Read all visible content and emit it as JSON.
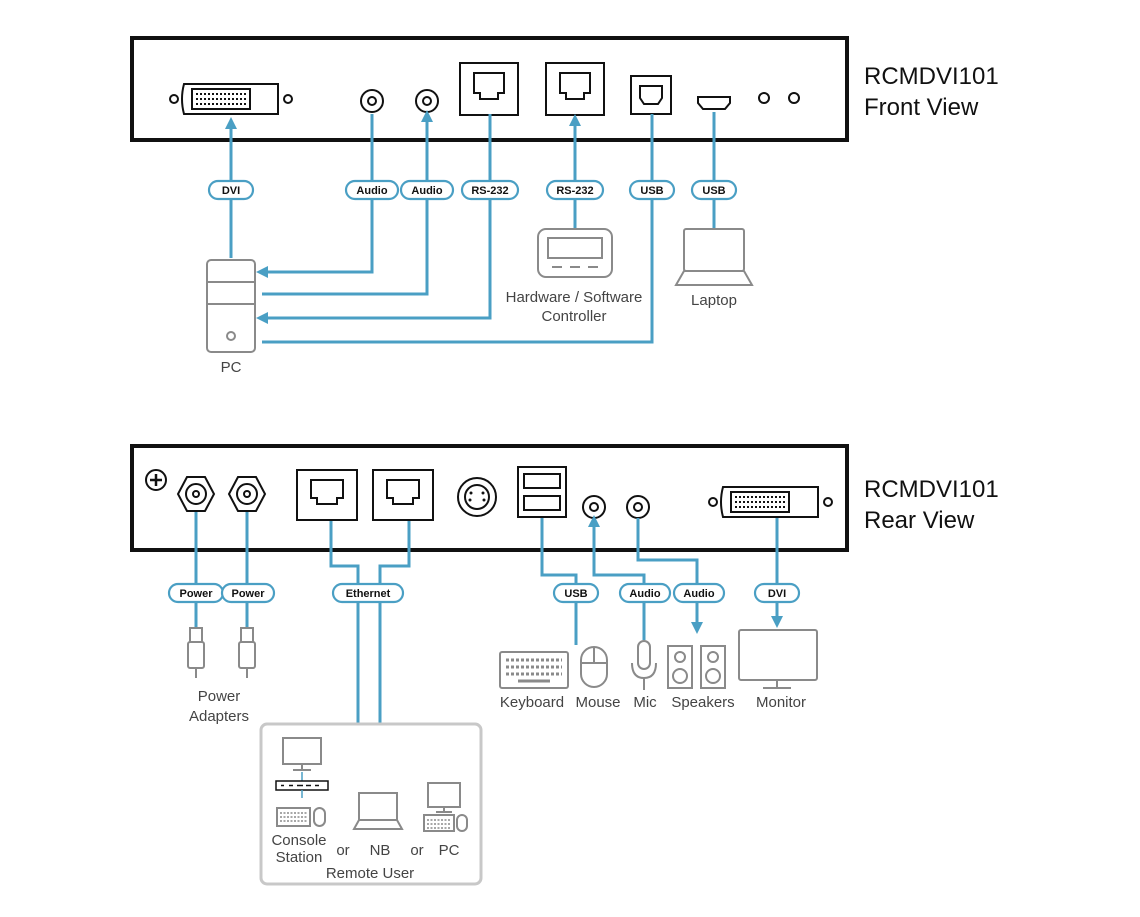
{
  "front": {
    "model": "RCMDVI101",
    "view": "Front View",
    "cables": {
      "dvi": "DVI",
      "audio_in": "Audio",
      "audio_out": "Audio",
      "rs232_pc": "RS-232",
      "rs232_ctrl": "RS-232",
      "usb_pc": "USB",
      "usb_laptop": "USB"
    },
    "devices": {
      "pc": "PC",
      "controller_line1": "Hardware / Software",
      "controller_line2": "Controller",
      "laptop": "Laptop"
    }
  },
  "rear": {
    "model": "RCMDVI101",
    "view": "Rear View",
    "cables": {
      "power1": "Power",
      "power2": "Power",
      "ethernet": "Ethernet",
      "usb": "USB",
      "audio_mic": "Audio",
      "audio_spk": "Audio",
      "dvi": "DVI"
    },
    "devices": {
      "power_line1": "Power",
      "power_line2": "Adapters",
      "keyboard": "Keyboard",
      "mouse": "Mouse",
      "mic": "Mic",
      "speakers": "Speakers",
      "monitor": "Monitor"
    },
    "remote": {
      "console_line1": "Console",
      "console_line2": "Station",
      "or1": "or",
      "nb": "NB",
      "or2": "or",
      "pc": "PC",
      "title": "Remote User"
    }
  },
  "colors": {
    "cable": "#4a9fc4",
    "device": "#8a8a8a",
    "panel": "#111111",
    "remote_box": "#c8c8c8"
  }
}
